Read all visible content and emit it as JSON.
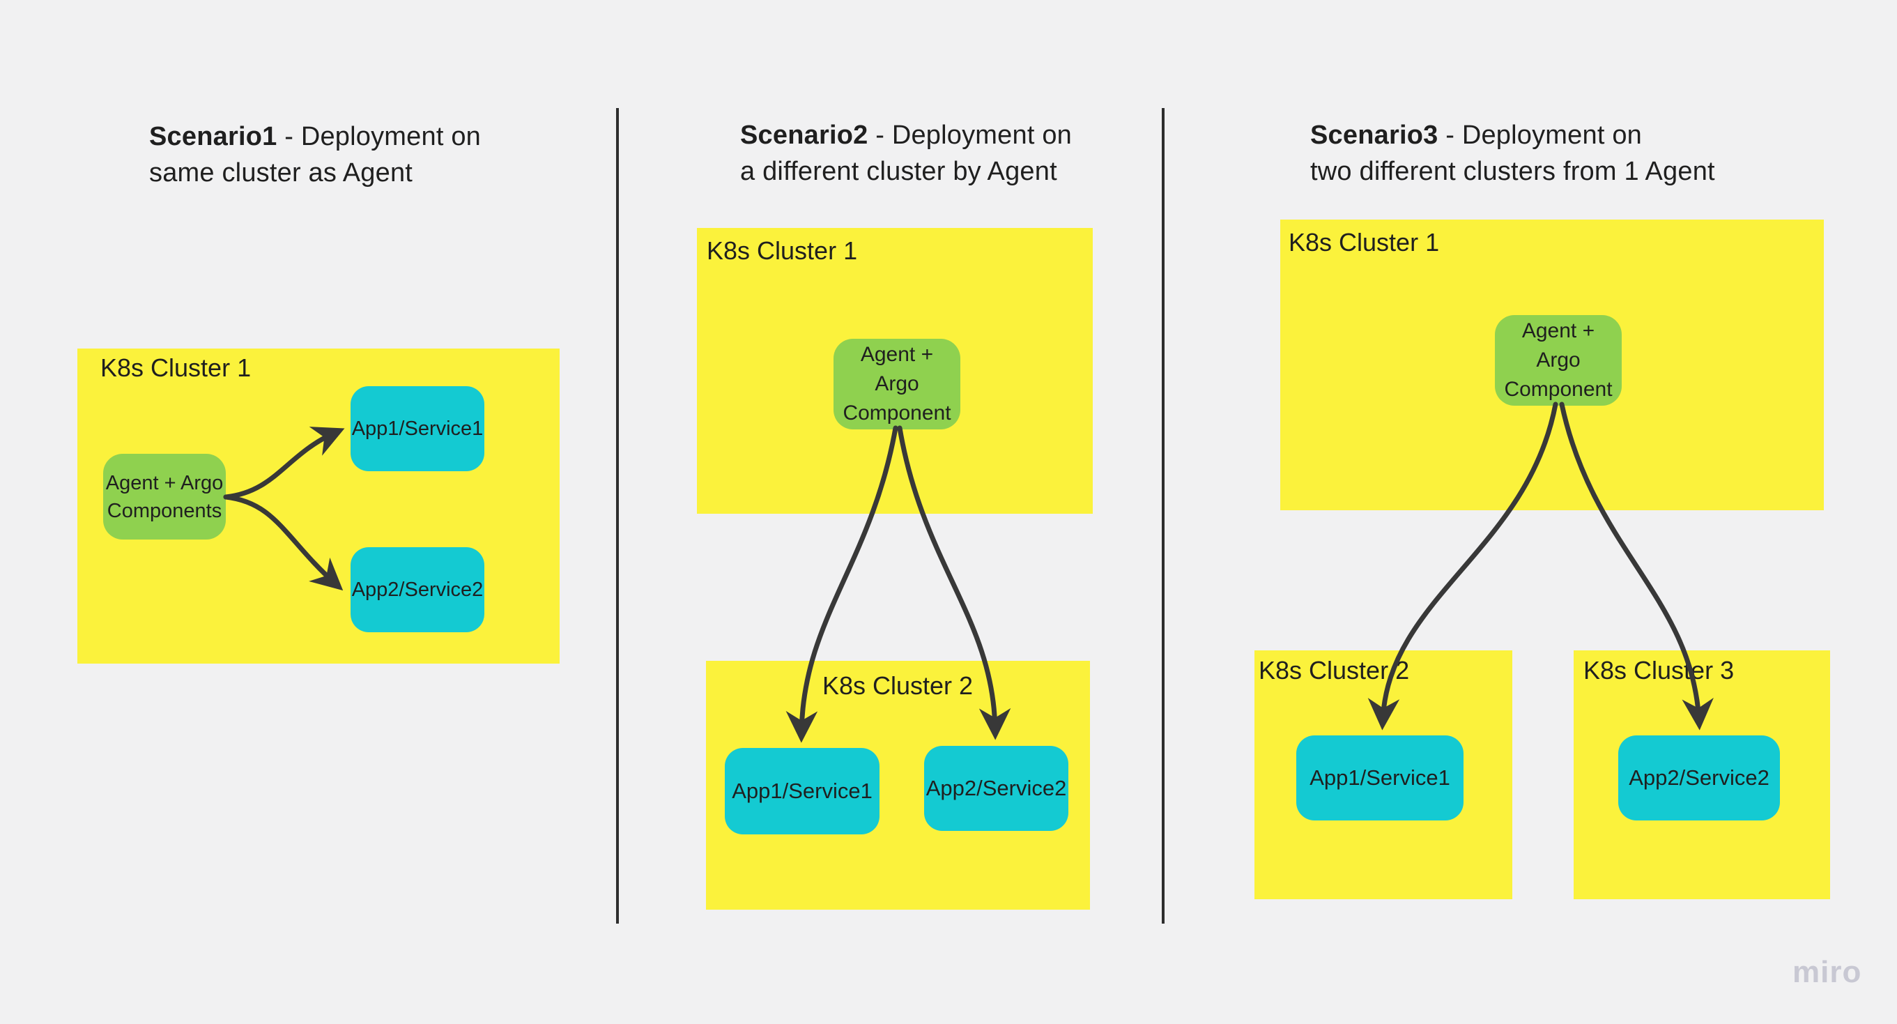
{
  "colors": {
    "background": "#f1f1f2",
    "cluster_fill": "#fbf23c",
    "agent_fill": "#8fd14f",
    "app_fill": "#14cad2",
    "connector": "#383838",
    "divider": "#2e2e2e",
    "text": "#1f1f1f",
    "watermark": "#c8c8d3"
  },
  "scenario1": {
    "title_bold": "Scenario1",
    "title_tail": " - Deployment on",
    "title_line2": "same cluster as Agent",
    "cluster1_label": "K8s Cluster 1",
    "agent_line1": "Agent + Argo",
    "agent_line2": "Components",
    "app1": "App1/Service1",
    "app2": "App2/Service2"
  },
  "scenario2": {
    "title_bold": "Scenario2",
    "title_tail": " - Deployment on",
    "title_line2": "a different cluster by Agent",
    "cluster1_label": "K8s Cluster 1",
    "cluster2_label": "K8s Cluster 2",
    "agent_line1": "Agent +",
    "agent_line2": "Argo",
    "agent_line3": "Component",
    "app1": "App1/Service1",
    "app2": "App2/Service2"
  },
  "scenario3": {
    "title_bold": "Scenario3",
    "title_tail": " - Deployment on",
    "title_line2": "two different clusters from 1 Agent",
    "cluster1_label": "K8s Cluster 1",
    "cluster2_label": "K8s Cluster 2",
    "cluster3_label": "K8s Cluster 3",
    "agent_line1": "Agent +",
    "agent_line2": "Argo",
    "agent_line3": "Component",
    "app1": "App1/Service1",
    "app2": "App2/Service2"
  },
  "watermark_label": "miro"
}
